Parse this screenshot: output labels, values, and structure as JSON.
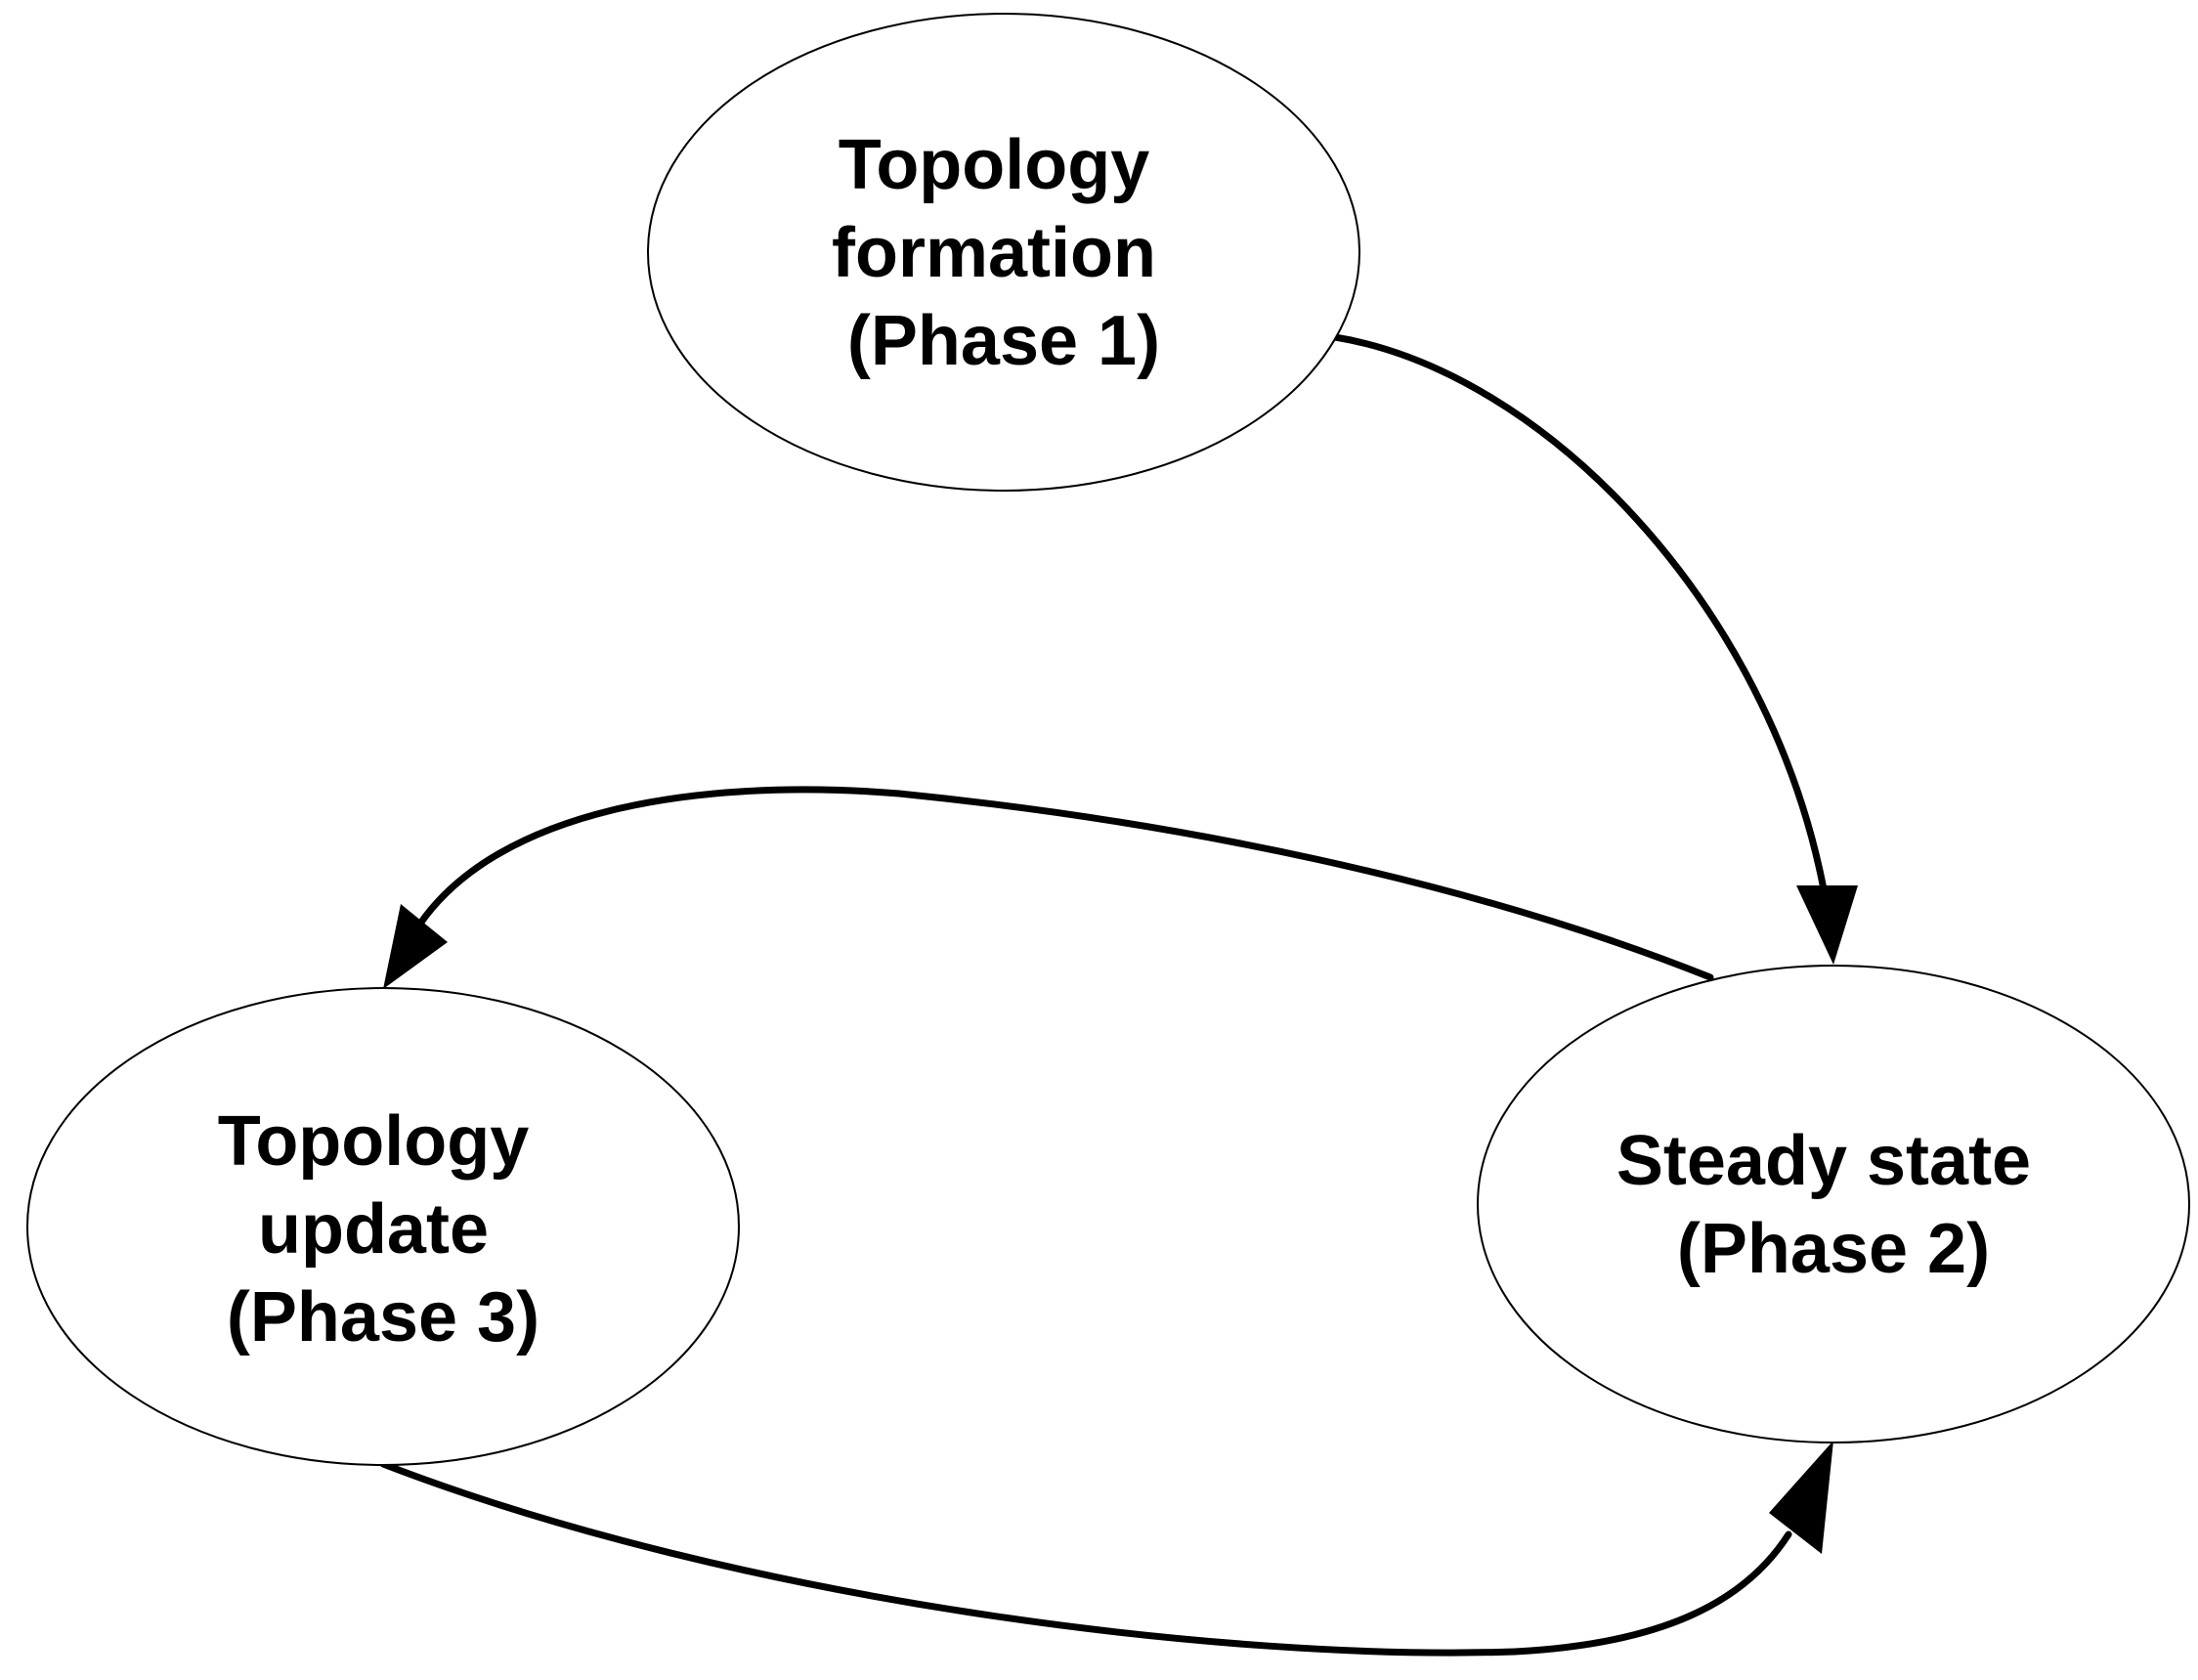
{
  "nodes": {
    "phase1": {
      "lines": [
        "Topology",
        "formation",
        "(Phase 1)"
      ]
    },
    "phase2": {
      "lines": [
        "Steady state",
        "(Phase 2)"
      ]
    },
    "phase3": {
      "lines": [
        "Topology",
        "update",
        "(Phase 3)"
      ]
    }
  },
  "edges": [
    {
      "from": "phase1",
      "to": "phase2"
    },
    {
      "from": "phase2",
      "to": "phase3"
    },
    {
      "from": "phase3",
      "to": "phase2"
    }
  ],
  "colors": {
    "stroke": "#000000",
    "fill": "#ffffff",
    "background": "#ffffff"
  }
}
